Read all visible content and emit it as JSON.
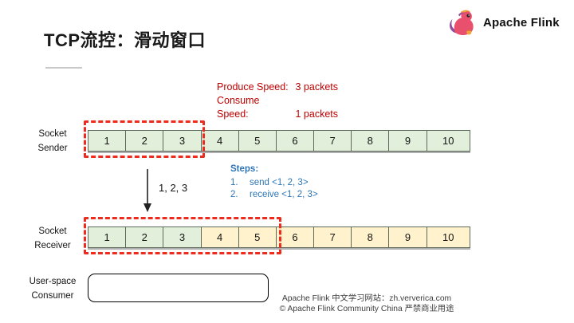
{
  "colors": {
    "green": "#E2EFDA",
    "yellow": "#FFF2CC",
    "red_text": "#C00000",
    "blue_text": "#2E75B6",
    "window_red": "#EE2B1C"
  },
  "header": {
    "title": "TCP流控：滑动窗口",
    "logo_text": "Apache Flink"
  },
  "speeds": {
    "produce_label": "Produce Speed:",
    "produce_value": "3 packets",
    "consume_label": "Consume Speed:",
    "consume_value": "1 packets"
  },
  "sender": {
    "label": "Socket\nSender",
    "cells": [
      {
        "value": "1",
        "color": "green"
      },
      {
        "value": "2",
        "color": "green"
      },
      {
        "value": "3",
        "color": "green"
      },
      {
        "value": "4",
        "color": "green"
      },
      {
        "value": "5",
        "color": "green"
      },
      {
        "value": "6",
        "color": "green"
      },
      {
        "value": "7",
        "color": "green"
      },
      {
        "value": "8",
        "color": "green"
      },
      {
        "value": "9",
        "color": "green"
      },
      {
        "value": "10",
        "color": "green"
      }
    ]
  },
  "transfer": {
    "arrow_label": "1, 2, 3"
  },
  "steps": {
    "heading": "Steps:",
    "items": [
      {
        "num": "1.",
        "text": "send <1, 2, 3>"
      },
      {
        "num": "2.",
        "text": "receive <1, 2, 3>"
      }
    ]
  },
  "receiver": {
    "label": "Socket\nReceiver",
    "cells": [
      {
        "value": "1",
        "color": "green"
      },
      {
        "value": "2",
        "color": "green"
      },
      {
        "value": "3",
        "color": "green"
      },
      {
        "value": "4",
        "color": "yellow"
      },
      {
        "value": "5",
        "color": "yellow"
      },
      {
        "value": "6",
        "color": "yellow"
      },
      {
        "value": "7",
        "color": "yellow"
      },
      {
        "value": "8",
        "color": "yellow"
      },
      {
        "value": "9",
        "color": "yellow"
      },
      {
        "value": "10",
        "color": "yellow"
      }
    ]
  },
  "consumer": {
    "label": "User-space\nConsumer"
  },
  "footer": {
    "line1": "Apache Flink 中文学习网站：zh.ververica.com",
    "line2": "© Apache Flink Community China  严禁商业用途"
  }
}
